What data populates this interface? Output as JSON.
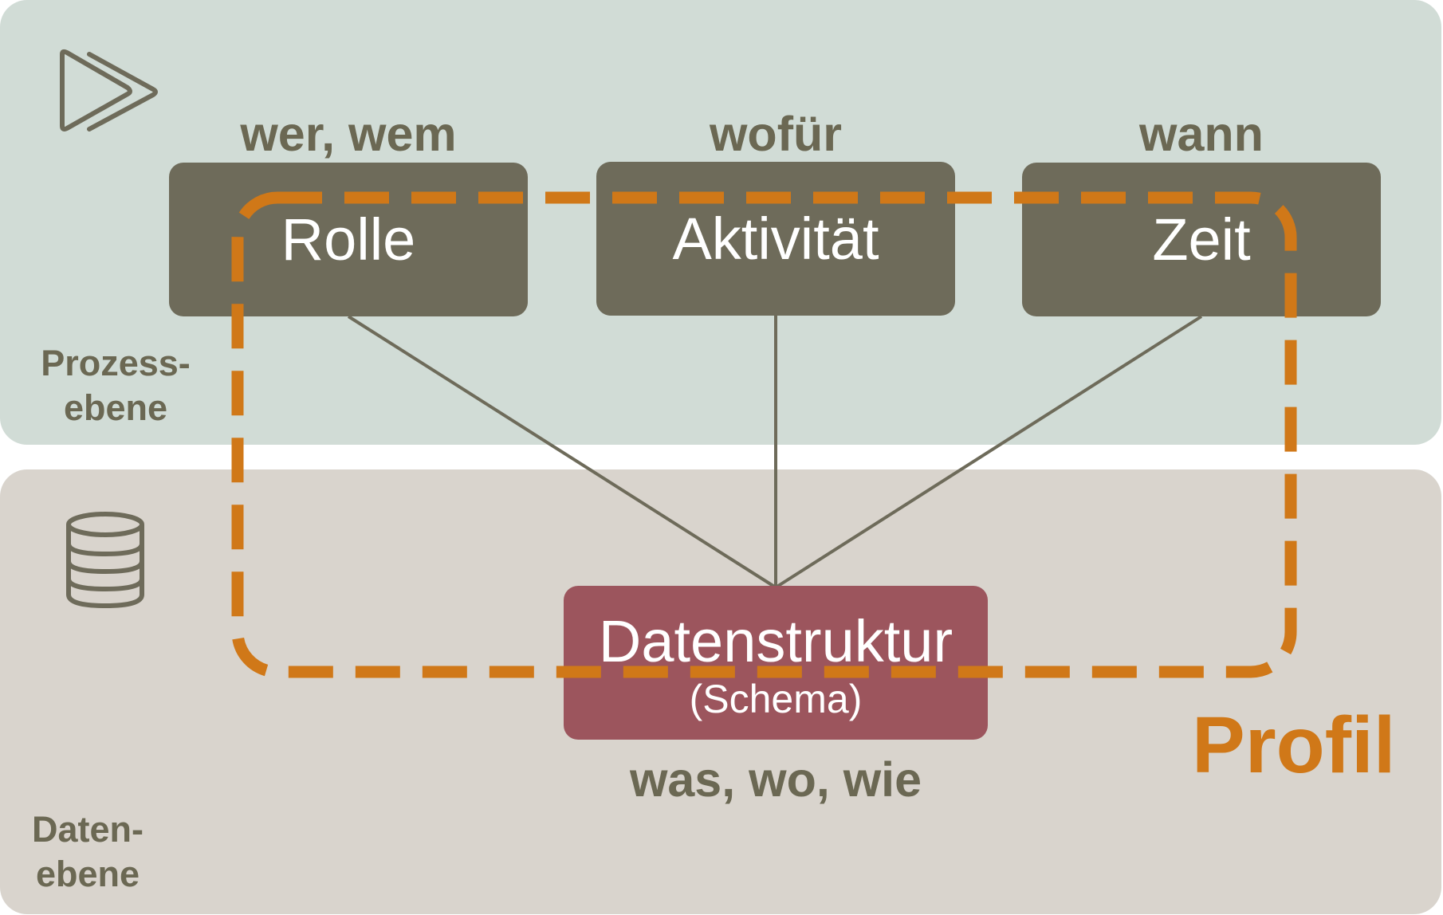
{
  "layers": {
    "process": {
      "label_line1": "Prozess-",
      "label_line2": "ebene",
      "icon": "fast-forward-icon",
      "color": "#d1dcd6"
    },
    "data": {
      "label_line1": "Daten-",
      "label_line2": "ebene",
      "icon": "database-icon",
      "color": "#d9d4cd"
    }
  },
  "nodes": {
    "rolle": {
      "label": "Rolle",
      "question": "wer, wem"
    },
    "aktivitaet": {
      "label": "Aktivität",
      "question": "wofür"
    },
    "zeit": {
      "label": "Zeit",
      "question": "wann"
    },
    "datenstruktur": {
      "label": "Datenstruktur",
      "sublabel": "(Schema)",
      "question": "was, wo, wie"
    }
  },
  "profile": {
    "label": "Profil",
    "color": "#d07818"
  },
  "colors": {
    "node": "#6e6b5a",
    "data_node": "#9c555d",
    "text_label": "#6b6853",
    "connector": "#6e6b5a"
  }
}
